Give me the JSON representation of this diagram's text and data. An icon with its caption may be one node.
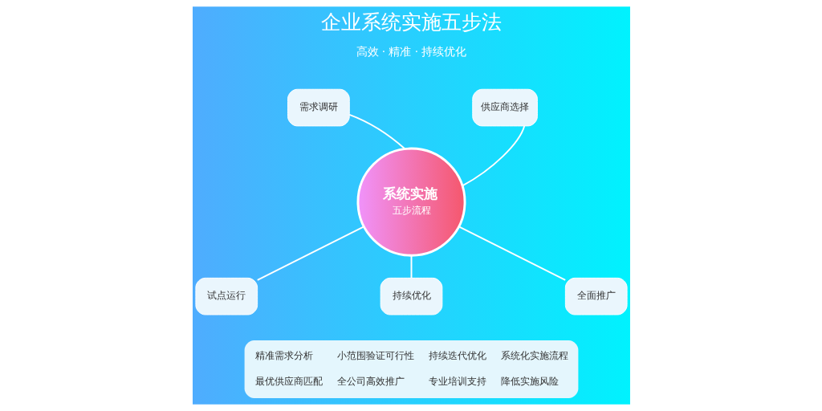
{
  "diagram": {
    "title": "企业系统实施五步法",
    "nodes": [
      {
        "text": [
          "系统实施",
          "五步流程"
        ]
      },
      {
        "text": [
          "需求调研"
        ]
      },
      {
        "text": [
          "供应商选择"
        ]
      },
      {
        "text": [
          "试点运行"
        ]
      },
      {
        "text": [
          "持续优化"
        ]
      },
      {
        "text": [
          "全面推广"
        ]
      }
    ],
    "edges": [
      {
        "from": 0,
        "to": 1,
        "arrow": "none"
      },
      {
        "from": 0,
        "to": 2,
        "arrow": "none"
      },
      {
        "from": 0,
        "to": 3,
        "arrow": "none"
      },
      {
        "from": 0,
        "to": 4,
        "arrow": "none"
      },
      {
        "from": 0,
        "to": 5,
        "arrow": "none"
      }
    ],
    "labels": [
      "高效 · 精准 · 持续优化",
      "精准需求分析",
      "小范围验证可行性",
      "持续迭代优化",
      "系统化实施流程",
      "最优供应商匹配",
      "全公司高效推广",
      "专业培训支持",
      "降低实施风险"
    ]
  }
}
